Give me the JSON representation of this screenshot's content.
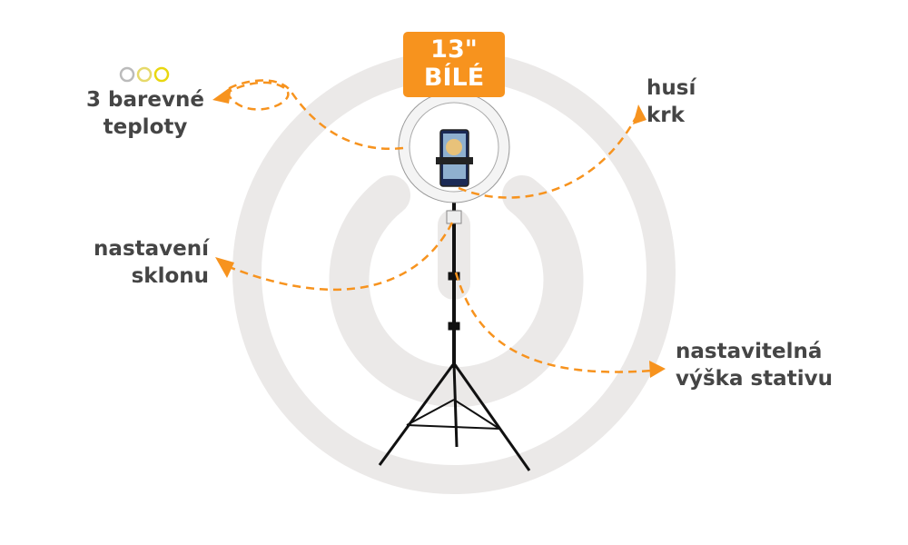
{
  "badge": {
    "size": "13\"",
    "color_name": "BÍLÉ"
  },
  "labels": {
    "color_temps": [
      "3 barevné",
      "teploty"
    ],
    "gooseneck": [
      "husí",
      "krk"
    ],
    "tilt": [
      "nastavení",
      "sklonu"
    ],
    "height": [
      "nastavitelná",
      "výška stativu"
    ]
  },
  "colors": {
    "accent": "#f7931e",
    "background_ring": "#ebe9e8",
    "text": "#454545"
  }
}
